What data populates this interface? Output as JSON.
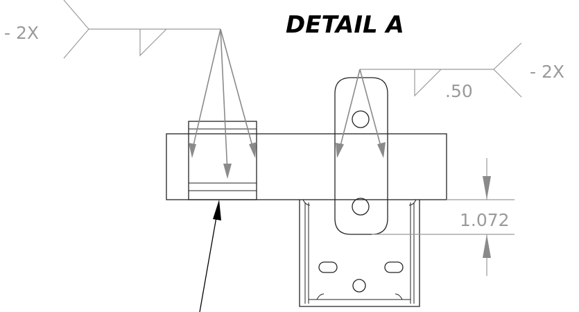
{
  "title": "DETAIL A",
  "weld_left": {
    "qty": "- 2X"
  },
  "weld_right": {
    "qty": "- 2X",
    "size": ".50"
  },
  "dimension": {
    "value": "1.072"
  }
}
